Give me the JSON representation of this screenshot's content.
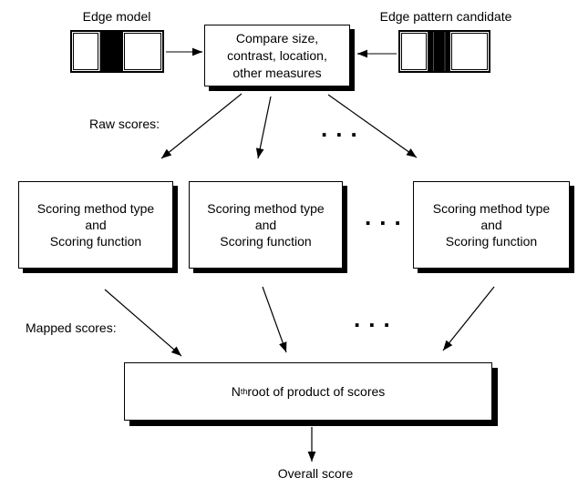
{
  "labels": {
    "edge_model": "Edge model",
    "edge_pattern_candidate": "Edge pattern candidate",
    "raw_scores": "Raw scores:",
    "mapped_scores": "Mapped scores:",
    "overall_score": "Overall score",
    "ellipsis": "..."
  },
  "compare_box": {
    "line1": "Compare size,",
    "line2": "contrast, location,",
    "line3": "other measures"
  },
  "scoring_boxes": [
    {
      "line1": "Scoring method type",
      "line2": "and",
      "line3": "Scoring function"
    },
    {
      "line1": "Scoring method type",
      "line2": "and",
      "line3": "Scoring function"
    },
    {
      "line1": "Scoring method type",
      "line2": "and",
      "line3": "Scoring function"
    }
  ],
  "result_box": {
    "n": "N",
    "sup": "th",
    "rest": " root of product of scores"
  },
  "colors": {
    "background": "#ffffff",
    "box_fill": "#ffffff",
    "border": "#000000",
    "shadow": "#000000",
    "text": "#000000",
    "arrow_black": "#000000",
    "arrow_gray_shaft": "#808080"
  }
}
